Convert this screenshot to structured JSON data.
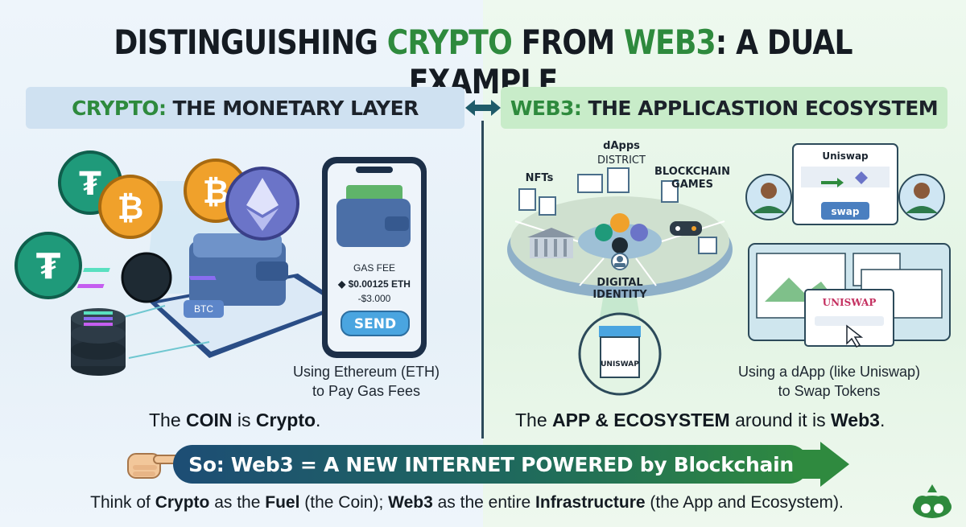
{
  "title": {
    "part1": "DISTINGUISHING ",
    "crypto": "CRYPTO",
    "part2": " FROM ",
    "web3": "WEB3",
    "part3": ": A DUAL EXAMPLE"
  },
  "left": {
    "banner_accent": "CRYPTO:",
    "banner_rest": "THE MONETARY LAYER",
    "phone": {
      "gas_label": "GAS FEE",
      "gas_value": "◆ $0.00125 ETH",
      "gas_fiat": "-$3.000",
      "send_label": "SEND"
    },
    "wallet_tag": "BTC",
    "caption_line1": "Using Ethereum (ETH)",
    "caption_line2": "to Pay Gas Fees",
    "summary_pre": "The ",
    "summary_bold1": "COIN",
    "summary_mid": " is ",
    "summary_bold2": "Crypto",
    "summary_post": "."
  },
  "right": {
    "banner_accent": "WEB3:",
    "banner_rest": "THE APPLICASTION ECOSYSTEM",
    "labels": {
      "nfts": "NFTs",
      "dapps_1": "dApps",
      "dapps_2": "DISTRICT",
      "games_1": "BLOCKCHAIN",
      "games_2": "GAMES",
      "identity_1": "DIGITAL",
      "identity_2": "IDENTITY"
    },
    "uniswap_card_title": "Uniswap",
    "swap_button": "swap",
    "storefront_label": "UNISWAP",
    "browser_label": "UNISWAP",
    "caption_line1": "Using a dApp (like Uniswap)",
    "caption_line2": "to Swap Tokens",
    "summary_pre": "The ",
    "summary_bold1": "APP & ECOSYSTEM",
    "summary_mid": " around it is ",
    "summary_bold2": "Web3",
    "summary_post": "."
  },
  "formula": "So: Web3 = A NEW INTERNET POWERED by Blockchain",
  "footer": {
    "t1": "Think of ",
    "b1": "Crypto",
    "t2": " as the ",
    "b2": "Fuel",
    "t3": " (the Coin); ",
    "b3": "Web3",
    "t4": " as the entire ",
    "b4": "Infrastructure",
    "t5": " (the App and Ecosystem)."
  },
  "colors": {
    "accent_green": "#2e8a3d",
    "navy": "#1d4d75",
    "bitcoin_orange": "#f0a12b",
    "tether_green": "#1f9a7a",
    "eth_purple": "#6b74c8"
  }
}
